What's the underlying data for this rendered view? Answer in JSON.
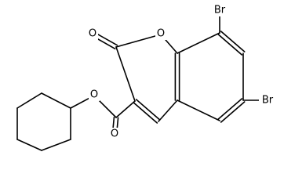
{
  "molecule": {
    "atom_labels": {
      "o_carbonyl_lactone": "O",
      "o_ring": "O",
      "o_ester": "O",
      "o_carbonyl_ester": "O",
      "br_8": "Br",
      "br_6": "Br"
    },
    "colors": {
      "bond": "#000000",
      "label": "#000000",
      "background": "#ffffff"
    }
  }
}
